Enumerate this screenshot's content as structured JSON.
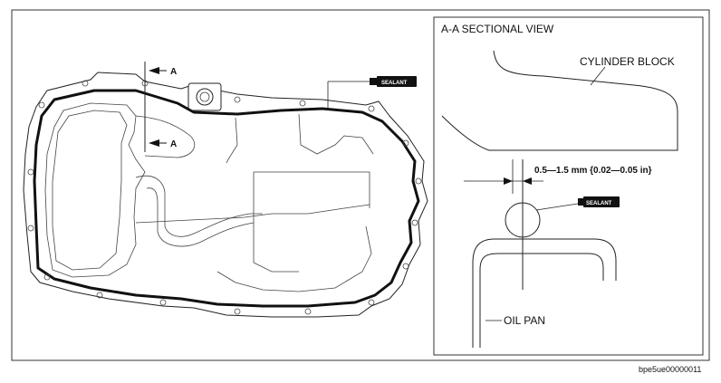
{
  "section_view": {
    "title": "A-A SECTIONAL VIEW",
    "cylinder_block_label": "CYLINDER BLOCK",
    "clearance_label": "0.5—1.5 mm {0.02—0.05 in}",
    "oil_pan_label": "OIL PAN",
    "sealant_tag": "SEALANT"
  },
  "plan_view": {
    "section_marker_top": "A",
    "section_marker_bottom": "A",
    "sealant_tag": "SEALANT"
  },
  "figure_id": "bpe5ue00000011",
  "icons": [
    "sealant-tube-icon",
    "section-arrow-icon",
    "dimension-arrow-icon"
  ]
}
